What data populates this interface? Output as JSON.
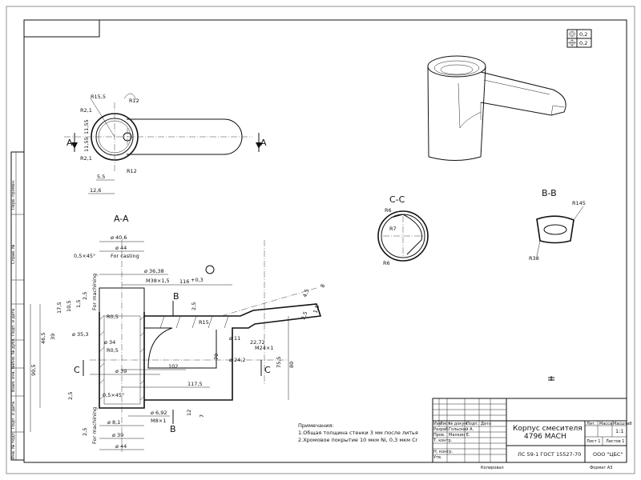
{
  "tolerance_frame": {
    "row1_value": "0,2",
    "row2_value": "0,2"
  },
  "top_view": {
    "section_letter_left": "A",
    "section_letter_right": "A",
    "dim_r155": "R15,5",
    "dim_r21_top": "R2,1",
    "dim_r21_bottom": "R2,1",
    "dim_r12_top": "R12",
    "dim_r12_bottom": "R12",
    "dim_1155_top": "11,55",
    "dim_1155_bottom": "11,55",
    "dim_55": "5,5",
    "dim_126": "12,6"
  },
  "section_cc": {
    "title": "C-C",
    "dim_r6_top": "R6",
    "dim_r7": "R7",
    "dim_r6_bottom": "R6"
  },
  "section_bb": {
    "title": "B-B",
    "dim_r145": "R145",
    "dim_r38": "R38"
  },
  "section_aa": {
    "title": "A-A",
    "dim_d406": "ø 40,6",
    "dim_d44_top": "ø 44",
    "for_casting": "For casting",
    "chamfer_top": "0,5×45°",
    "dim_d3638": "ø 36,38",
    "thread_m38": "M38×1,5",
    "dim_116": "116",
    "tol_116": "+0,3",
    "letter_b_top": "B",
    "dim_25_top": "2,5",
    "dim_175": "17,5",
    "dim_105": "10,5",
    "dim_15": "1,5",
    "dim_25": "2,5",
    "for_machining_top": "For machining",
    "dim_r05_a": "R0,5",
    "dim_r05_b": "R0,5",
    "dim_465": "46,5",
    "dim_39": "39",
    "dim_353": "ø 35,3",
    "dim_d34": "ø 34",
    "dim_d39_mid": "ø 39",
    "dim_102": "102",
    "dim_1175": "117,5",
    "dim_70": "70",
    "dim_905": "90,5",
    "dim_80": "80",
    "dim_755": "75,5",
    "dim_r15": "R15",
    "dim_d11": "ø 11",
    "dim_d242": "ø 24,2",
    "dim_2272": "22,72",
    "thread_m24": "M24×1",
    "dim_45": "4,5",
    "dim_15b": "1,5",
    "dim_25b": "2,5",
    "dim_8": "8",
    "letter_c_left": "C",
    "letter_c_right": "C",
    "dim_25_bottom": "2,5",
    "chamfer_bottom": "0,5×45°",
    "dim_d692": "ø 6,92",
    "thread_m8": "M8×1",
    "dim_d81": "ø 8,1",
    "dim_d39_bottom": "ø 39",
    "dim_d44_bottom": "ø 44",
    "for_machining_bottom": "For machining",
    "dim_25_lower": "2,5",
    "dim_12": "12",
    "dim_7": "7",
    "letter_b_bottom": "B"
  },
  "notes": {
    "title": "Примечания:",
    "line1": "1.Общая толщина стенки 3 мм после литья",
    "line2": "2.Хромовое покрытие 10 мкм Ni, 0,3 мкм Cr"
  },
  "title_block": {
    "name_line1": "Корпус смесителя",
    "name_line2": "4796 МАСН",
    "material": "ЛС 59-1 ГОСТ 15527-70",
    "company": "ООО \"ЦБС\"",
    "lit_header": "Лит.",
    "mass_header": "Масса",
    "scale_header": "Масштаб",
    "scale_value": "1:1",
    "sheet_label": "Лист 1",
    "sheets_label": "Листов 1",
    "row_izm": "Изм",
    "row_list": "Лист",
    "row_doc": "№ докум.",
    "row_sign": "Подп.",
    "row_date": "Дата",
    "role_razrab": "Разраб.",
    "role_prov": "Пров.",
    "role_tkontr": "Т. контр.",
    "role_nkontr": "Н. контр.",
    "role_utv": "Утв.",
    "name_razrab": "Гольский А.",
    "name_prov": "Малкин Е.",
    "copied": "Копировал",
    "format": "Формат А3"
  },
  "side_strip": {
    "s1": "Перв. примен.",
    "s2": "Справ. №",
    "s3": "Подп. и дата",
    "s4": "Инв. № дубл.",
    "s5": "Взам. инв. №",
    "s6": "Подп. и дата",
    "s7": "Инв. № подл."
  }
}
